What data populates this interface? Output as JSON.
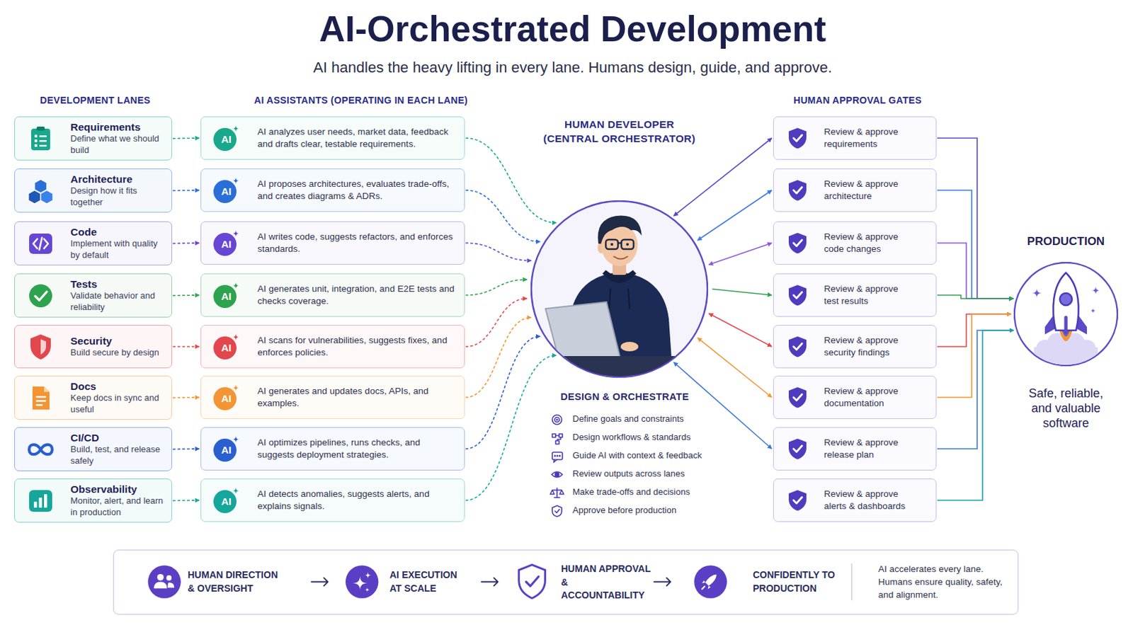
{
  "diagram": {
    "title": "AI-Orchestrated Development",
    "nodes": [
      {
        "text": [
          "Requirements",
          "Define what we should build"
        ]
      },
      {
        "text": [
          "Architecture",
          "Design how it fits together"
        ]
      },
      {
        "text": [
          "Code",
          "Implement with quality by default"
        ]
      },
      {
        "text": [
          "Tests",
          "Validate behavior and reliability"
        ]
      },
      {
        "text": [
          "Security",
          "Build secure by design"
        ]
      },
      {
        "text": [
          "Docs",
          "Keep docs in sync and useful"
        ]
      },
      {
        "text": [
          "CI/CD",
          "Build, test, and release safely"
        ]
      },
      {
        "text": [
          "Observability",
          "Monitor, alert, and learn in production"
        ]
      },
      {
        "text": [
          "AI",
          "AI analyzes user needs, market data, feedback and drafts clear, testable requirements."
        ]
      },
      {
        "text": [
          "AI",
          "AI proposes architectures, evaluates trade-offs, and creates diagrams & ADRs."
        ]
      },
      {
        "text": [
          "AI",
          "AI writes code, suggests refactors, and enforces standards."
        ]
      },
      {
        "text": [
          "AI",
          "AI generates unit, integration, and E2E tests and checks coverage."
        ]
      },
      {
        "text": [
          "AI",
          "AI scans for vulnerabilities, suggests fixes, and enforces policies."
        ]
      },
      {
        "text": [
          "AI",
          "AI generates and updates docs, APIs, and examples."
        ]
      },
      {
        "text": [
          "AI",
          "AI optimizes pipelines, runs checks, and suggests deployment strategies."
        ]
      },
      {
        "text": [
          "AI",
          "AI detects anomalies, suggests alerts, and explains signals."
        ]
      },
      {
        "text": [
          "HUMAN DEVELOPER (CENTRAL ORCHESTRATOR)"
        ]
      },
      {
        "text": [
          "Review & approve requirements"
        ]
      },
      {
        "text": [
          "Review & approve architecture"
        ]
      },
      {
        "text": [
          "Review & approve code changes"
        ]
      },
      {
        "text": [
          "Review & approve test results"
        ]
      },
      {
        "text": [
          "Review & approve security findings"
        ]
      },
      {
        "text": [
          "Review & approve documentation"
        ]
      },
      {
        "text": [
          "Review & approve release plan"
        ]
      },
      {
        "text": [
          "Review & approve alerts & dashboards"
        ]
      },
      {
        "text": [
          "PRODUCTION",
          "Safe, reliable, and valuable software"
        ]
      },
      {
        "text": [
          "HUMAN DIRECTION & OVERSIGHT",
          "AI EXECUTION AT SCALE",
          "HUMAN APPROVAL & ACCOUNTABILITY",
          "CONFIDENTLY TO PRODUCTION",
          "AI accelerates every lane. Humans ensure quality, safety, and alignment."
        ]
      }
    ],
    "edges": [
      {
        "from": 0,
        "to": 8,
        "arrow": "to"
      },
      {
        "from": 1,
        "to": 9,
        "arrow": "to"
      },
      {
        "from": 2,
        "to": 10,
        "arrow": "to"
      },
      {
        "from": 3,
        "to": 11,
        "arrow": "to"
      },
      {
        "from": 4,
        "to": 12,
        "arrow": "to"
      },
      {
        "from": 5,
        "to": 13,
        "arrow": "to"
      },
      {
        "from": 6,
        "to": 14,
        "arrow": "to"
      },
      {
        "from": 7,
        "to": 15,
        "arrow": "to"
      },
      {
        "from": 8,
        "to": 16,
        "arrow": "to"
      },
      {
        "from": 9,
        "to": 16,
        "arrow": "to"
      },
      {
        "from": 10,
        "to": 16,
        "arrow": "to"
      },
      {
        "from": 11,
        "to": 16,
        "arrow": "to"
      },
      {
        "from": 12,
        "to": 16,
        "arrow": "to"
      },
      {
        "from": 13,
        "to": 16,
        "arrow": "to"
      },
      {
        "from": 14,
        "to": 16,
        "arrow": "to"
      },
      {
        "from": 15,
        "to": 16,
        "arrow": "to"
      },
      {
        "from": 16,
        "to": 17,
        "arrow": "both"
      },
      {
        "from": 16,
        "to": 18,
        "arrow": "both"
      },
      {
        "from": 16,
        "to": 19,
        "arrow": "both"
      },
      {
        "from": 16,
        "to": 20,
        "arrow": "to"
      },
      {
        "from": 16,
        "to": 21,
        "arrow": "both"
      },
      {
        "from": 16,
        "to": 22,
        "arrow": "both"
      },
      {
        "from": 16,
        "to": 23,
        "arrow": "both"
      },
      {
        "from": 17,
        "to": 25,
        "arrow": "to"
      },
      {
        "from": 18,
        "to": 25,
        "arrow": "to"
      },
      {
        "from": 19,
        "to": 25,
        "arrow": "to"
      },
      {
        "from": 20,
        "to": 25,
        "arrow": "to"
      },
      {
        "from": 21,
        "to": 25,
        "arrow": "to"
      },
      {
        "from": 22,
        "to": 25,
        "arrow": "to"
      },
      {
        "from": 23,
        "to": 25,
        "arrow": "to"
      },
      {
        "from": 24,
        "to": 25,
        "arrow": "to"
      }
    ],
    "labels": [
      "AI handles the heavy lifting in every lane. Humans design, guide, and approve.",
      "DEVELOPMENT LANES",
      "AI ASSISTANTS (OPERATING IN EACH LANE)",
      "HUMAN APPROVAL GATES",
      "DESIGN & ORCHESTRATE",
      "Define goals and constraints",
      "Design workflows & standards",
      "Guide AI with context & feedback",
      "Review outputs across lanes",
      "Make trade-offs and decisions",
      "Approve before production"
    ]
  }
}
